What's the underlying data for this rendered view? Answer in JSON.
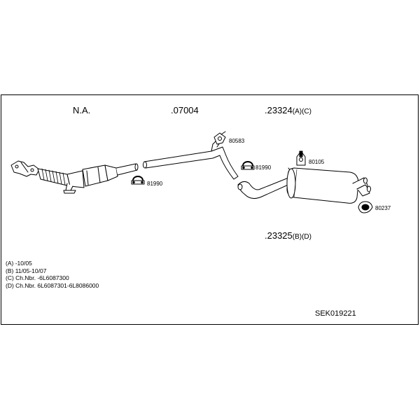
{
  "labels": {
    "na": "N.A.",
    "p07004": ".07004",
    "p23324": ".23324",
    "p23324_suffix": "(A)(C)",
    "p23325": ".23325",
    "p23325_suffix": "(B)(D)"
  },
  "parts": {
    "p80583": "80583",
    "p81990_a": "81990",
    "p81990_b": "81990",
    "p80105": "80105",
    "p80237": "80237"
  },
  "notes": [
    "(A) -10/05",
    "(B) 11/05-10/07",
    "(C) Ch.Nbr. -6L6087300",
    "(D) Ch.Nbr. 6L6087301-6L8086000"
  ],
  "code": "SEK019221"
}
